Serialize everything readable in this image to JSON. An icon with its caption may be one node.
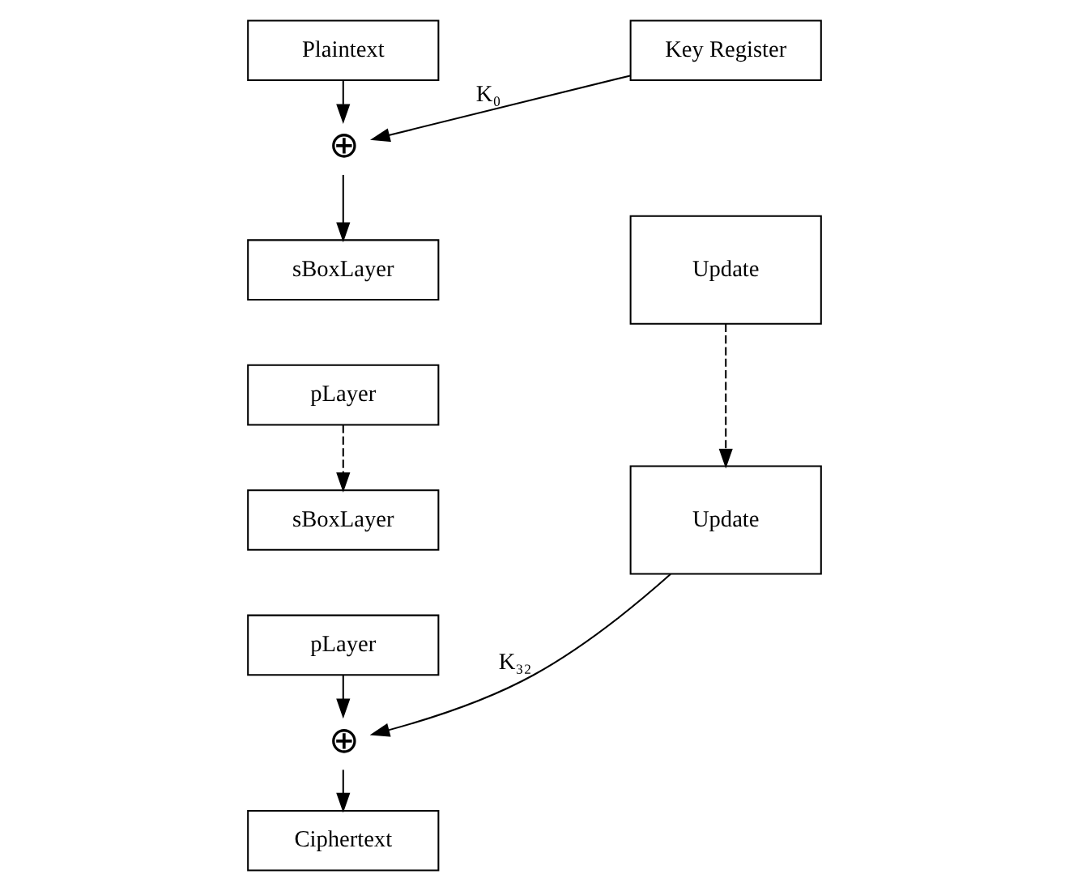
{
  "diagram": {
    "nodes": [
      {
        "text": [
          "Plaintext"
        ]
      },
      {
        "text": [
          "⊕"
        ]
      },
      {
        "text": [
          "sBoxLayer"
        ]
      },
      {
        "text": [
          "pLayer"
        ]
      },
      {
        "text": [
          "sBoxLayer"
        ]
      },
      {
        "text": [
          "pLayer"
        ]
      },
      {
        "text": [
          "⊕"
        ]
      },
      {
        "text": [
          "Ciphertext"
        ]
      },
      {
        "text": [
          "Key Register"
        ]
      },
      {
        "text": [
          "Update"
        ]
      },
      {
        "text": [
          "Update"
        ]
      }
    ],
    "edges": [
      {
        "from": 0,
        "to": 1,
        "arrow": "to"
      },
      {
        "from": 1,
        "to": 2,
        "arrow": "to"
      },
      {
        "from": 3,
        "to": 4,
        "arrow": "to",
        "style": "dashed"
      },
      {
        "from": 5,
        "to": 6,
        "arrow": "to"
      },
      {
        "from": 6,
        "to": 7,
        "arrow": "to"
      },
      {
        "from": 8,
        "to": 1,
        "arrow": "to",
        "label": "K₀"
      },
      {
        "from": 9,
        "to": 10,
        "arrow": "to",
        "style": "dashed"
      },
      {
        "from": 10,
        "to": 6,
        "arrow": "to",
        "label": "K₃₂"
      }
    ]
  }
}
